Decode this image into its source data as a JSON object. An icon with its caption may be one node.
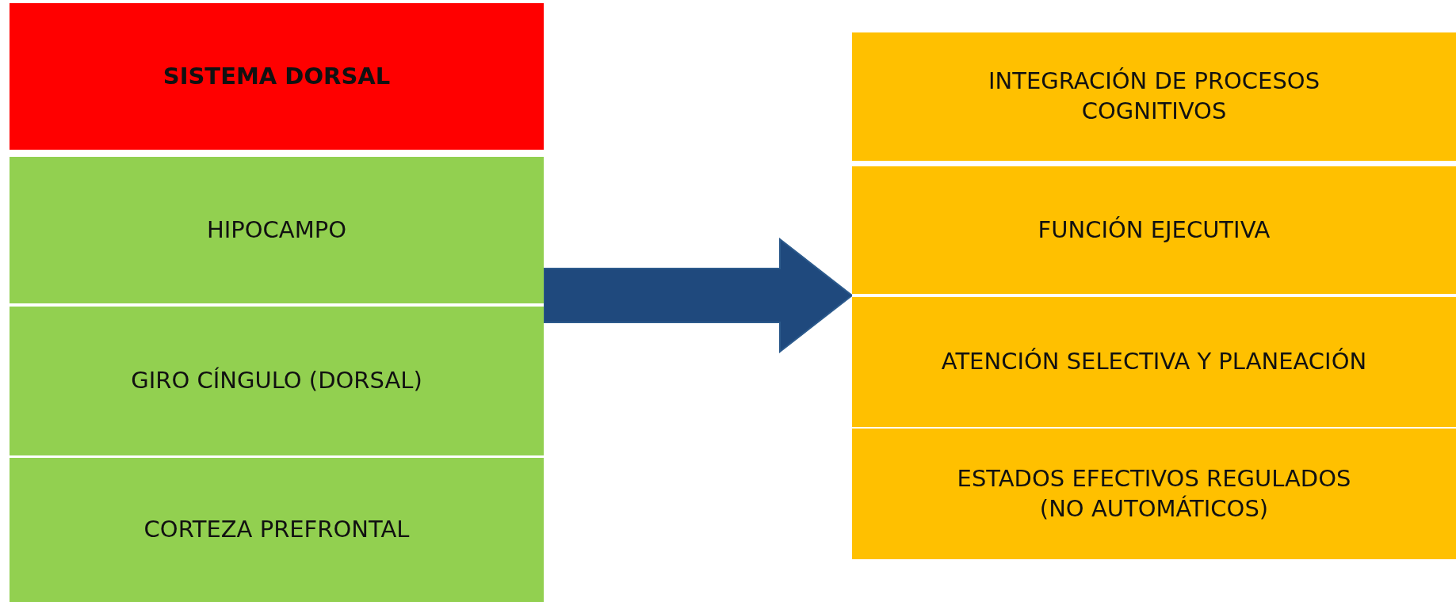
{
  "diagram": {
    "nodes": [
      {
        "text": [],
        "shape": "box"
      },
      {
        "text": [
          "SISTEMA DORSAL"
        ],
        "in": 0
      },
      {
        "text": [
          "HIPOCAMPO"
        ],
        "in": 0
      },
      {
        "text": [
          "GIRO CÍNGULO (DORSAL)"
        ],
        "in": 0
      },
      {
        "text": [
          "CORTEZA PREFRONTAL"
        ],
        "in": 0
      },
      {
        "text": [],
        "shape": "box"
      },
      {
        "text": [
          "INTEGRACIÓN DE PROCESOS COGNITIVOS"
        ],
        "in": 5
      },
      {
        "text": [
          "FUNCIÓN EJECUTIVA"
        ],
        "in": 5
      },
      {
        "text": [
          "ATENCIÓN SELECTIVA Y PLANEACIÓN"
        ],
        "in": 5
      },
      {
        "text": [
          "ESTADOS EFECTIVOS REGULADOS (NO AUTOMÁTICOS)"
        ],
        "in": 5
      }
    ],
    "edges": [
      {
        "from": 0,
        "to": 5,
        "arrow": "to"
      }
    ]
  }
}
